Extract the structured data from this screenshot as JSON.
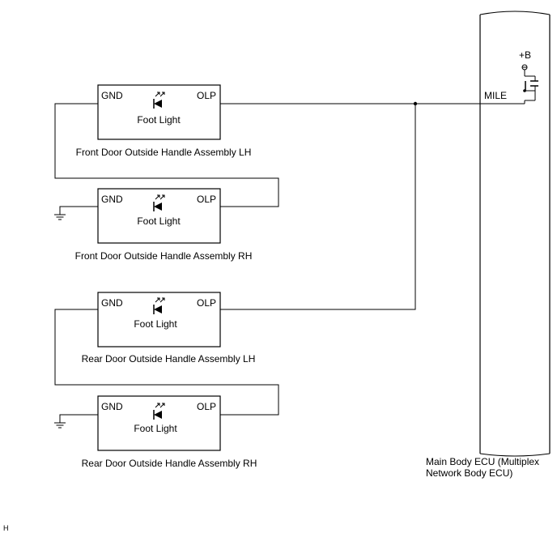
{
  "ecu": {
    "name_line1": "Main Body ECU (Multiplex",
    "name_line2": "Network Body ECU)",
    "pin_mile": "MILE",
    "supply": "+B"
  },
  "assemblies": [
    {
      "gnd": "GND",
      "olp": "OLP",
      "light": "Foot Light",
      "name": "Front Door Outside Handle Assembly LH"
    },
    {
      "gnd": "GND",
      "olp": "OLP",
      "light": "Foot Light",
      "name": "Front Door Outside Handle Assembly RH"
    },
    {
      "gnd": "GND",
      "olp": "OLP",
      "light": "Foot Light",
      "name": "Rear Door Outside Handle Assembly LH"
    },
    {
      "gnd": "GND",
      "olp": "OLP",
      "light": "Foot Light",
      "name": "Rear Door Outside Handle Assembly RH"
    }
  ],
  "footer": {
    "code": "H"
  }
}
